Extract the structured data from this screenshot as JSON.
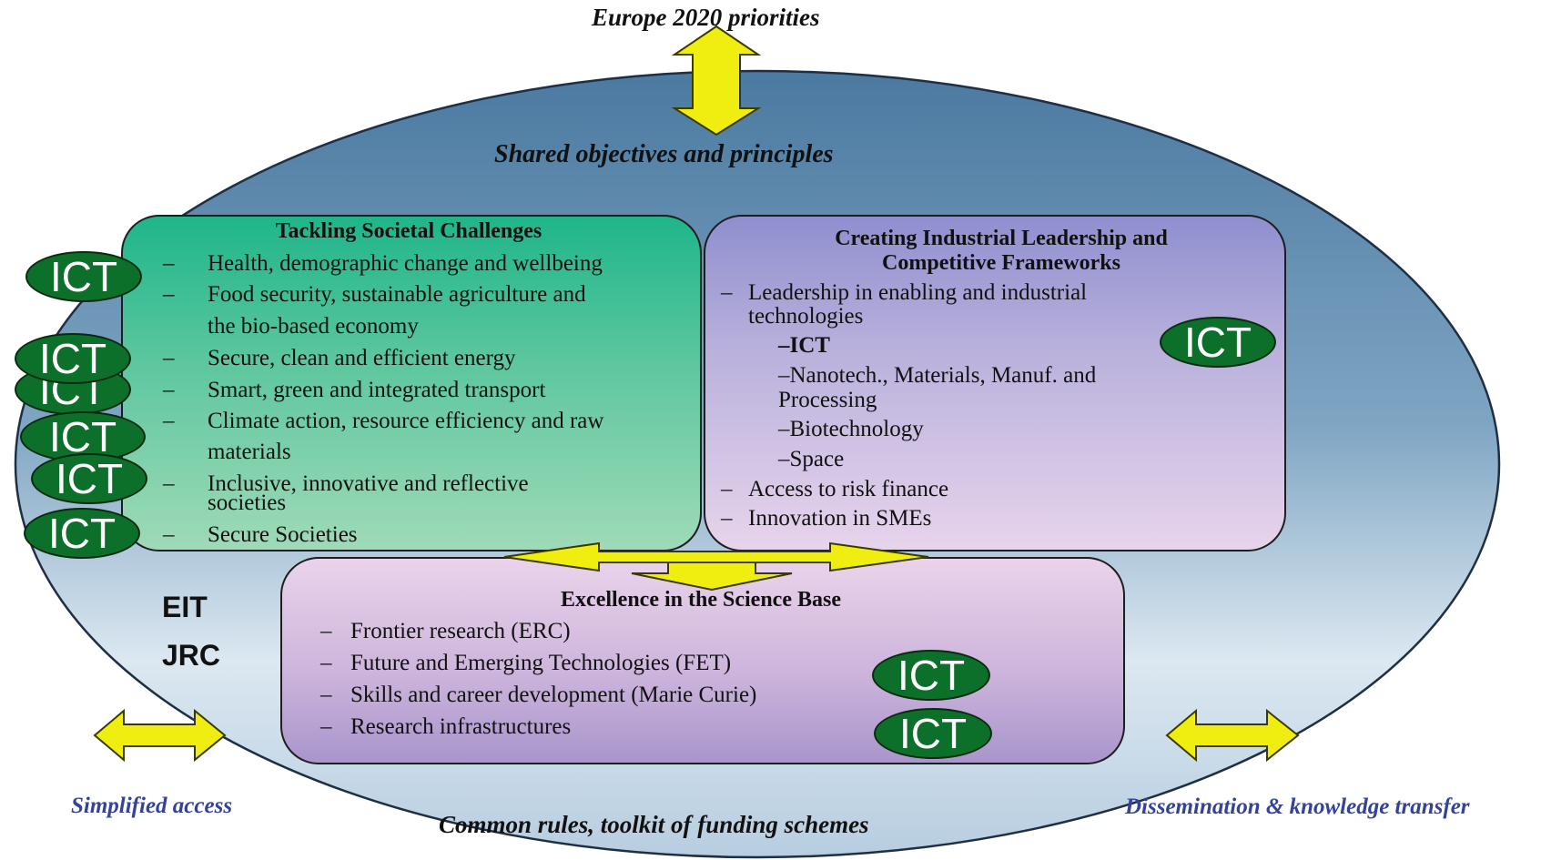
{
  "top": {
    "priorities": "Europe 2020 priorities",
    "shared": "Shared objectives and principles"
  },
  "societal": {
    "title": "Tackling Societal Challenges",
    "items": [
      "Health, demographic change and wellbeing",
      "Food security, sustainable agriculture and",
      "the bio-based economy",
      "Secure, clean and efficient energy",
      "Smart, green and integrated transport",
      "Climate action, resource efficiency and raw",
      "materials",
      "Inclusive, innovative and reflective",
      "societies",
      "Secure Societies"
    ]
  },
  "industrial": {
    "title_line1": "Creating Industrial Leadership and",
    "title_line2": "Competitive Frameworks",
    "items": [
      "Leadership in enabling and industrial",
      "technologies",
      "–ICT",
      "–Nanotech., Materials, Manuf. and",
      "Processing",
      "–Biotechnology",
      "–Space",
      "Access to risk finance",
      "Innovation in SMEs"
    ]
  },
  "science": {
    "title": "Excellence in the Science Base",
    "items": [
      "Frontier research (ERC)",
      "Future and Emerging Technologies (FET)",
      "Skills and career development (Marie Curie)",
      "Research infrastructures"
    ]
  },
  "labels": {
    "eit": "EIT",
    "jrc": "JRC"
  },
  "ict_label": "ICT",
  "dash": "–",
  "bottom": {
    "left": "Simplified access",
    "center": "Common rules, toolkit of funding schemes",
    "right": "Dissemination & knowledge transfer"
  },
  "colors": {
    "ellipse_top": "#4a7aa0",
    "ellipse_bottom": "#e4eef5",
    "arrow": "#f0ee10",
    "ict": "#0c6f2a",
    "blue_text": "#33429a"
  }
}
